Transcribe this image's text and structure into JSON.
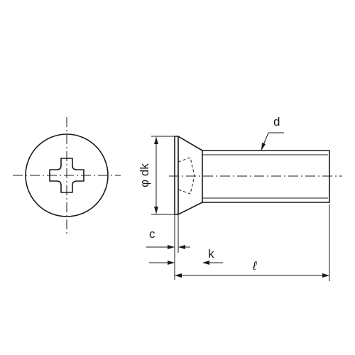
{
  "labels": {
    "thread_diameter": "d",
    "head_diameter": "φ dk",
    "head_edge": "c",
    "head_height": "k",
    "length": "ℓ"
  },
  "colors": {
    "line": "#1a1a1a",
    "background": "#ffffff"
  }
}
